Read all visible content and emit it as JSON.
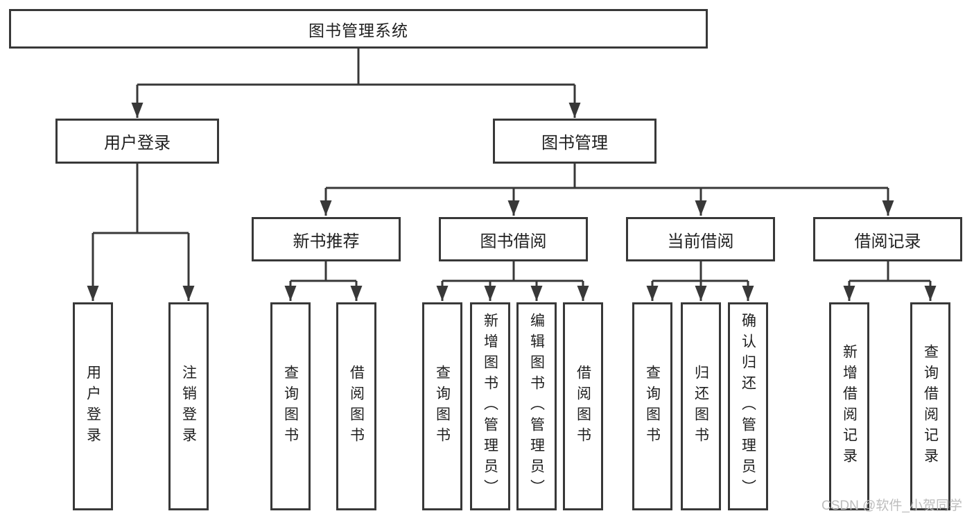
{
  "diagram": {
    "root": {
      "label": "图书管理系统"
    },
    "branches": [
      {
        "label": "用户登录",
        "children": [
          {
            "label": "用户登录"
          },
          {
            "label": "注销登录"
          }
        ]
      },
      {
        "label": "图书管理",
        "children": [
          {
            "label": "新书推荐",
            "children": [
              {
                "label": "查询图书"
              },
              {
                "label": "借阅图书"
              }
            ]
          },
          {
            "label": "图书借阅",
            "children": [
              {
                "label": "查询图书"
              },
              {
                "label": "新增图书（管理员）"
              },
              {
                "label": "编辑图书（管理员）"
              },
              {
                "label": "借阅图书"
              }
            ]
          },
          {
            "label": "当前借阅",
            "children": [
              {
                "label": "查询图书"
              },
              {
                "label": "归还图书"
              },
              {
                "label": "确认归还（管理员）"
              }
            ]
          },
          {
            "label": "借阅记录",
            "children": [
              {
                "label": "新增借阅记录"
              },
              {
                "label": "查询借阅记录"
              }
            ]
          }
        ]
      }
    ]
  },
  "watermark": {
    "text": "CSDN @软件_小贺同学"
  },
  "colors": {
    "line": "#383838",
    "box_border": "#383838",
    "box_bg": "#ffffff",
    "text": "#1f1f1f",
    "watermark": "#bdbdbd",
    "background": "#ffffff"
  }
}
